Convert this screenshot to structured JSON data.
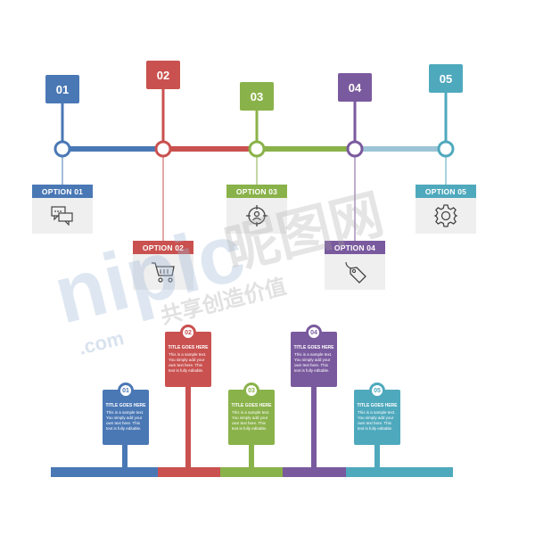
{
  "colors": {
    "blue": "#4a78b5",
    "red": "#c9514f",
    "green": "#8ab24a",
    "purple": "#7a5a9e",
    "teal": "#4fa9bd",
    "option_body": "#efefef"
  },
  "tags": [
    "01",
    "02",
    "03",
    "04",
    "05"
  ],
  "options": [
    {
      "label": "OPTION 01",
      "icon": "chat-icon"
    },
    {
      "label": "OPTION 02",
      "icon": "cart-icon"
    },
    {
      "label": "OPTION 03",
      "icon": "target-user-icon"
    },
    {
      "label": "OPTION 04",
      "icon": "price-tag-icon"
    },
    {
      "label": "OPTION 05",
      "icon": "gear-icon"
    }
  ],
  "cards": [
    {
      "num": "01",
      "title": "TITLE GOES HERE",
      "text": "This is a sample text. You simply add your own text here. This text is fully editable."
    },
    {
      "num": "02",
      "title": "TITLE GOES HERE",
      "text": "This is a sample text. You simply add your own text here. This text is fully editable."
    },
    {
      "num": "03",
      "title": "TITLE GOES HERE",
      "text": "This is a sample text. You simply add your own text here. This text is fully editable."
    },
    {
      "num": "04",
      "title": "TITLE GOES HERE",
      "text": "This is a sample text. You simply add your own text here. This text is fully editable."
    },
    {
      "num": "05",
      "title": "TITLE GOES HERE",
      "text": "This is a sample text. You simply add your own text here. This text is fully editable."
    }
  ],
  "watermark": {
    "brand": "nipic",
    "site": ".com",
    "cn_name": "昵图网",
    "cn_slogan": "共享创造价值"
  }
}
